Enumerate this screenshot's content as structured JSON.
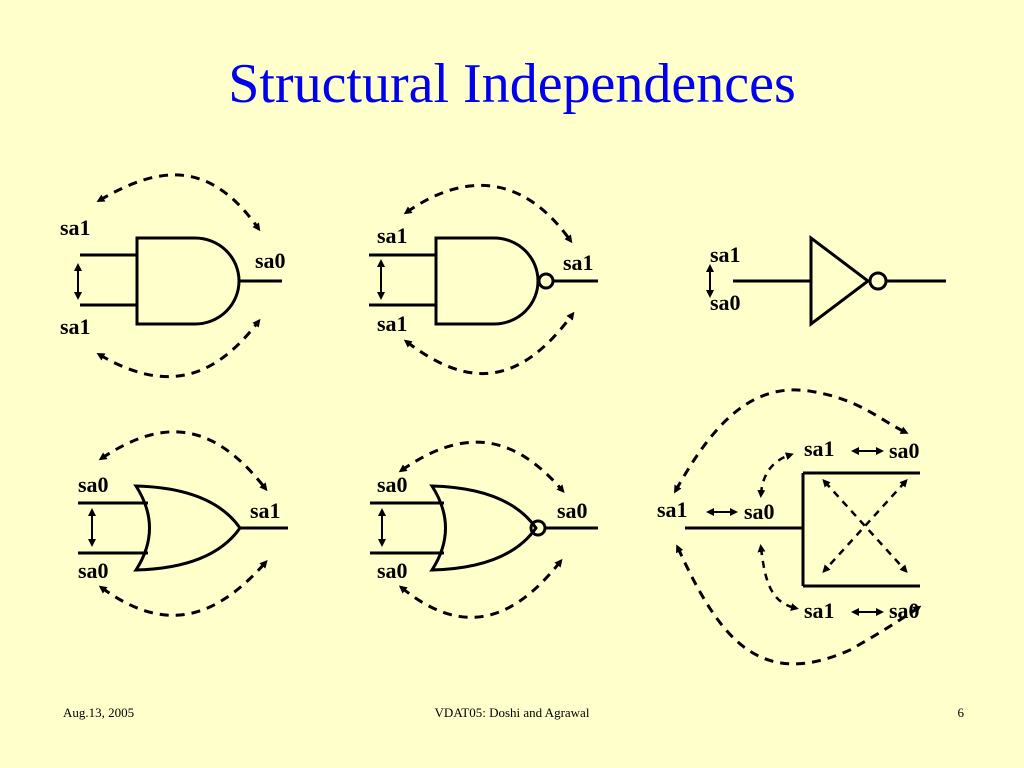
{
  "slide": {
    "title": "Structural Independences"
  },
  "gates": {
    "and": {
      "in_top": "sa1",
      "in_bottom": "sa1",
      "out": "sa0"
    },
    "nand": {
      "in_top": "sa1",
      "in_bottom": "sa1",
      "out": "sa1"
    },
    "not": {
      "in_top": "sa1",
      "in_bottom": "sa0"
    },
    "or": {
      "in_top": "sa0",
      "in_bottom": "sa0",
      "out": "sa1"
    },
    "nor": {
      "in_top": "sa0",
      "in_bottom": "sa0",
      "out": "sa0"
    }
  },
  "fanout": {
    "stem_sa1": "sa1",
    "stem_sa0": "sa0",
    "branch_top_sa1": "sa1",
    "branch_top_sa0": "sa0",
    "branch_bottom_sa1": "sa1",
    "branch_bottom_sa0": "sa0"
  },
  "footer": {
    "date": "Aug.13, 2005",
    "center": "VDAT05: Doshi and Agrawal",
    "page": "6"
  },
  "colors": {
    "background": "#ffffcc",
    "title": "#0000ee",
    "line": "#000000"
  }
}
